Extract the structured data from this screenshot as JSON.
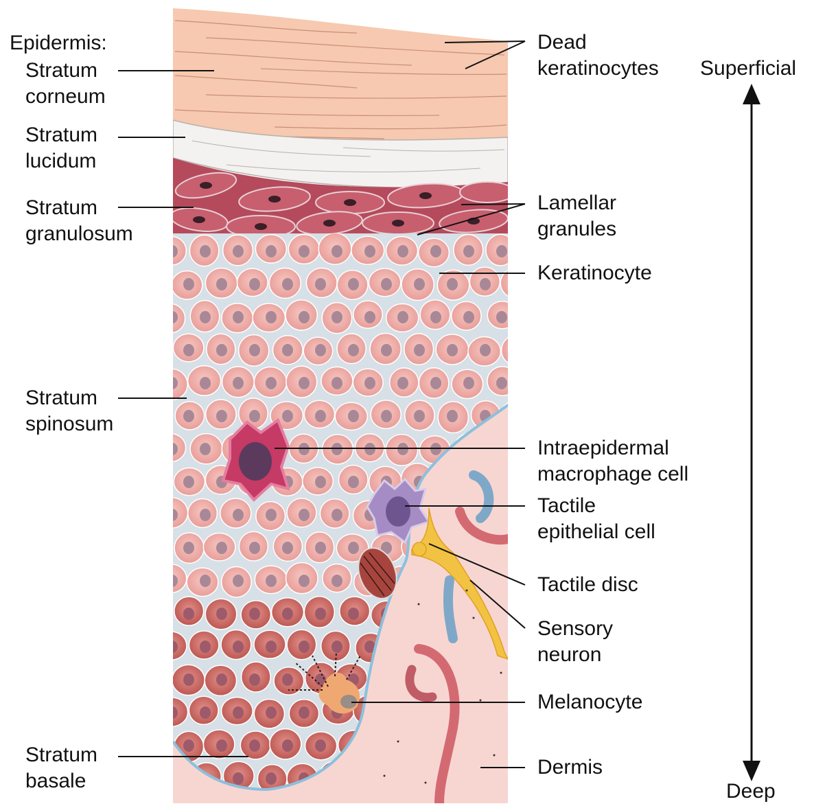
{
  "labels": {
    "epidermis": "Epidermis:",
    "corneum": [
      "Stratum",
      "corneum"
    ],
    "lucidum": [
      "Stratum",
      "lucidum"
    ],
    "granulosum": [
      "Stratum",
      "granulosum"
    ],
    "spinosum": [
      "Stratum",
      "spinosum"
    ],
    "basale": [
      "Stratum",
      "basale"
    ],
    "dead_keratinocytes": [
      "Dead",
      "keratinocytes"
    ],
    "lamellar_granules": [
      "Lamellar",
      "granules"
    ],
    "keratinocyte": "Keratinocyte",
    "macrophage": [
      "Intraepidermal",
      "macrophage cell"
    ],
    "tactile_epithelial": [
      "Tactile",
      "epithelial cell"
    ],
    "tactile_disc": "Tactile disc",
    "sensory_neuron": [
      "Sensory",
      "neuron"
    ],
    "melanocyte": "Melanocyte",
    "dermis": "Dermis"
  },
  "axis": {
    "top": "Superficial",
    "bottom": "Deep"
  },
  "colors": {
    "corneum": "#f6c9b0",
    "lucidum": "#f4f2f0",
    "granulosum": "#b54a5c",
    "spinosum": "#f0b2ac",
    "basale": "#cc6660",
    "dermis": "#f7d6d2",
    "macrophage": "#c63a66",
    "tactile_cell": "#a68cc4",
    "neuron": "#f2c243",
    "membrane": "#8cc0dc"
  }
}
